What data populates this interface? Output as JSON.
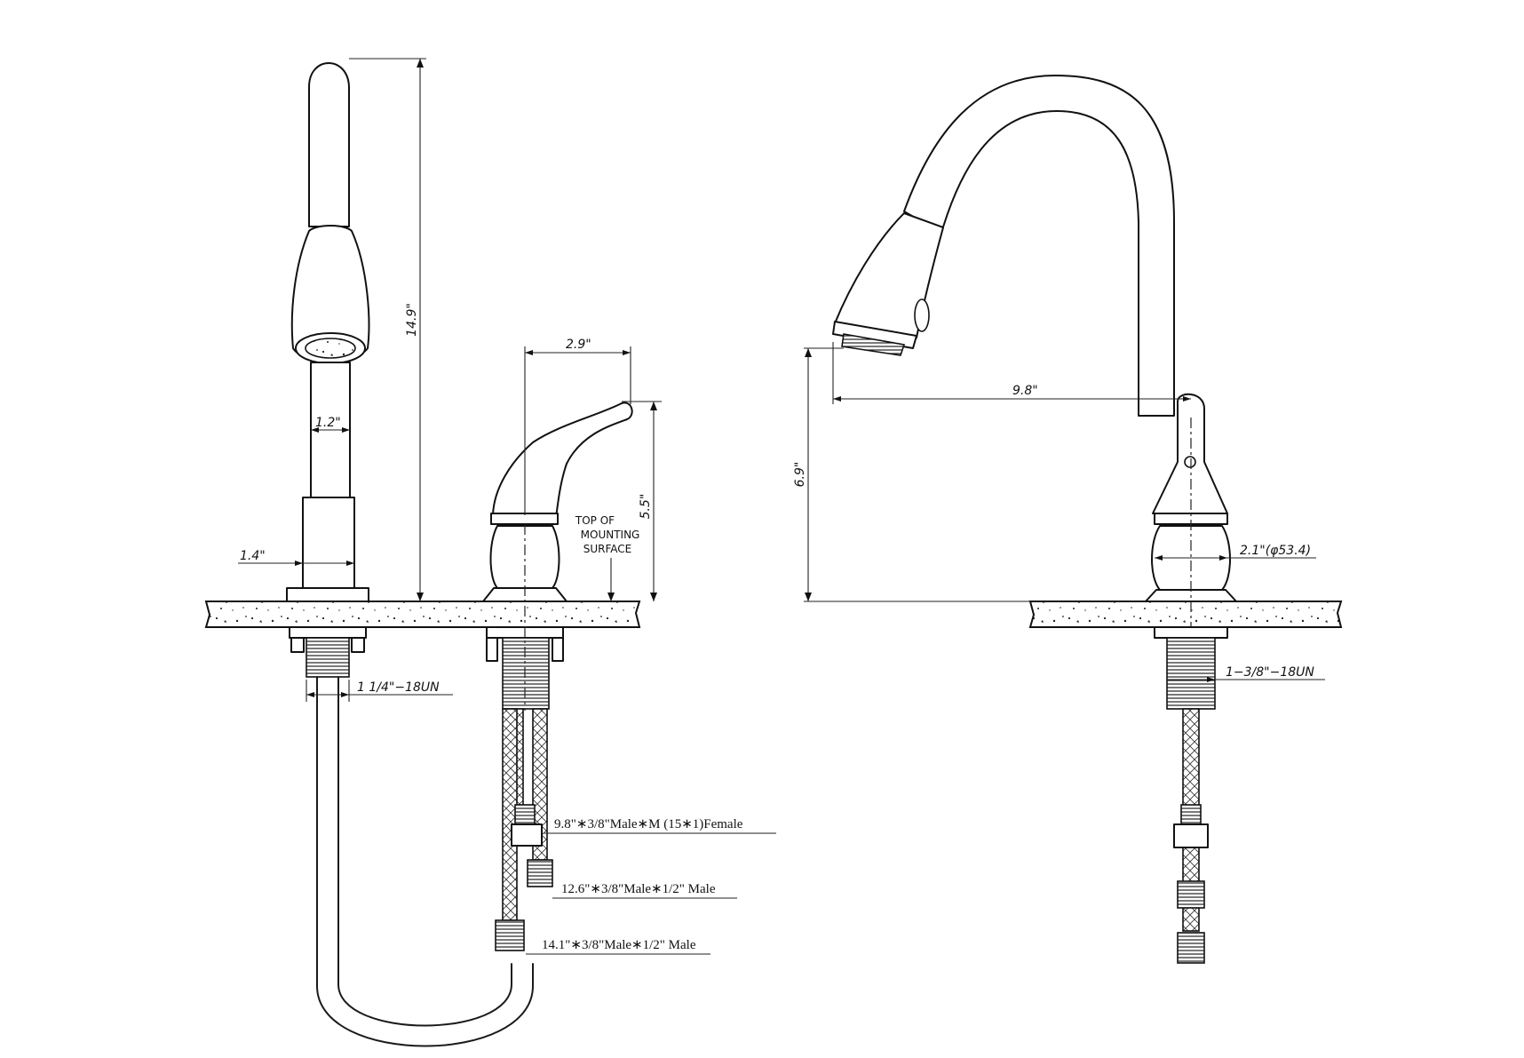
{
  "left_view": {
    "height_label": "14.9\"",
    "sprayer_neck_label": "1.2\"",
    "sprayer_base_label": "1.4\"",
    "sprayer_thread_label": "1 1/4\"−18UN",
    "handle_reach_label": "2.9\"",
    "handle_height_label": "5.5\"",
    "mounting_note": [
      "TOP OF",
      "MOUNTING",
      "SURFACE"
    ],
    "hose_specs": [
      "9.8\"∗3/8\"Male∗M (15∗1)Female",
      "12.6\"∗3/8\"Male∗1/2\" Male",
      "14.1\"∗3/8\"Male∗1/2\" Male"
    ]
  },
  "right_view": {
    "reach_label": "9.8\"",
    "spout_height_label": "6.9\"",
    "base_diameter_label": "2.1\"(φ53.4)",
    "thread_label": "1−3/8\"−18UN"
  }
}
